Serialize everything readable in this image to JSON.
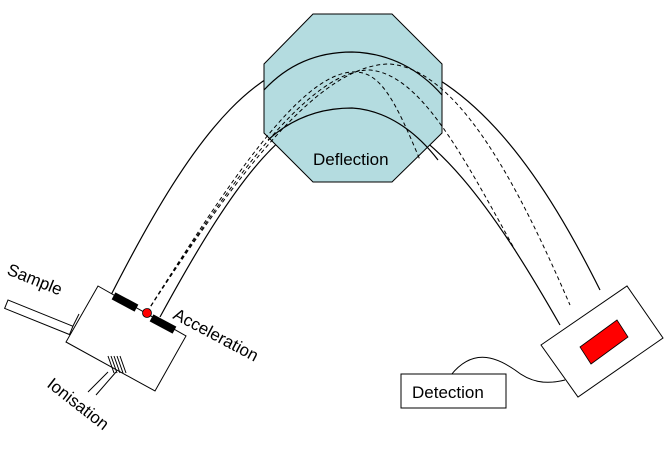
{
  "labels": {
    "sample": "Sample",
    "ionisation": "Ionisation",
    "acceleration": "Acceleration",
    "deflection": "Deflection",
    "detection": "Detection"
  },
  "colors": {
    "deflection_fill": "#b4dce0",
    "detector_fill": "#ff0000",
    "ion_dot": "#ff0000",
    "plate_fill": "#000000",
    "stroke": "#000000",
    "background": "#ffffff"
  }
}
